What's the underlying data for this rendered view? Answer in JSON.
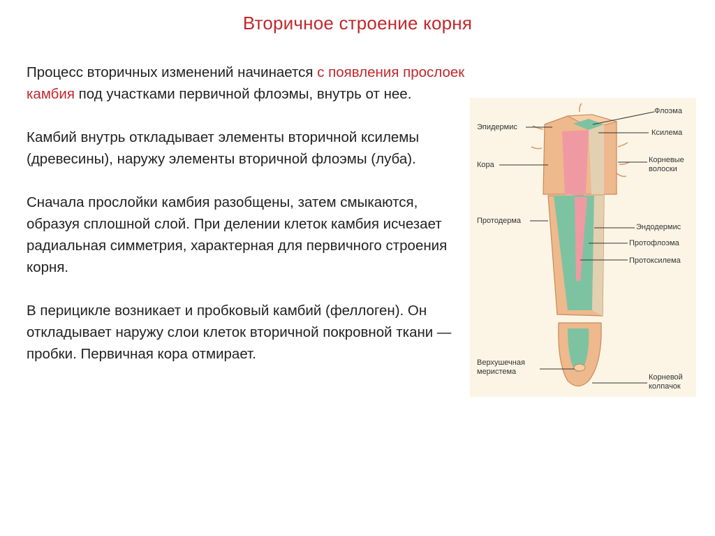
{
  "slide": {
    "title": "Вторичное строение корня",
    "paragraphs": [
      {
        "before": "Процесс вторичных изменений начинается ",
        "highlight": "с появления прослоек камбия",
        "after": " под участками первичной флоэмы, внутрь от нее."
      },
      {
        "text": "Камбий внутрь откладывает элементы вторичной ксилемы (древесины), наружу элементы вторичной флоэмы (луба)."
      },
      {
        "text": "Сначала прослойки камбия разобщены, затем смыкаются, образуя сплошной слой. При делении клеток камбия исчезает радиальная симметрия, характерная для первичного строения корня."
      },
      {
        "text": "В перицикле возникает и пробковый камбий (феллоген). Он откладывает наружу слои клеток вторичной покровной ткани — пробки. Первичная кора отмирает."
      }
    ],
    "highlight_color": "#c0282d",
    "figure": {
      "labels": {
        "floema": "Флоэма",
        "ksilema": "Ксилема",
        "epidermis": "Эпидермис",
        "kora": "Кора",
        "root_hairs": "Корневые\nволоски",
        "protoderma": "Протодерма",
        "endodermis": "Эндодермис",
        "protofloema": "Протофлоэма",
        "protoksilema": "Протоксилема",
        "meristem": "Верхушечная\nмеристема",
        "root_cap": "Корневой\nколпачок"
      },
      "colors": {
        "background": "#fcf5e6",
        "cortex": "#eeb98c",
        "xylem": "#7dc3a2",
        "phloem": "#ef9aa2"
      }
    }
  }
}
